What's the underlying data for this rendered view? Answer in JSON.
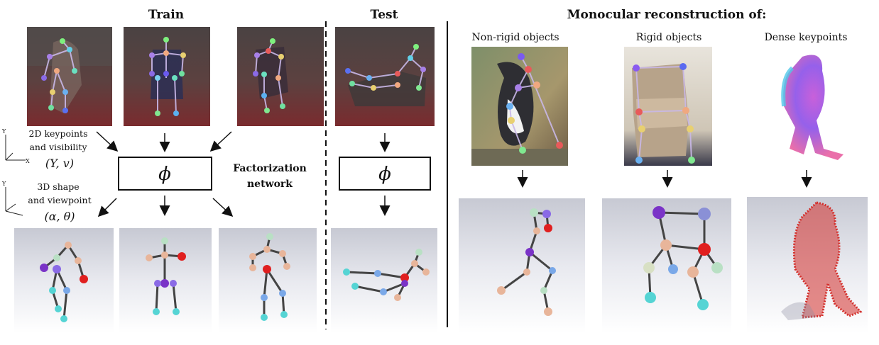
{
  "sections": {
    "train_title": "Train",
    "test_title": "Test",
    "recon_title": "Monocular reconstruction of:"
  },
  "columns": {
    "nonrigid": "Non-rigid objects",
    "rigid": "Rigid objects",
    "dense": "Dense keypoints"
  },
  "labels": {
    "kp_line1": "2D keypoints",
    "kp_line2": "and visibility",
    "kp_math": "(Y, v)",
    "shape_line1": "3D shape",
    "shape_line2": "and viewpoint",
    "shape_math": "(α, θ)",
    "factorization_line1": "Factorization",
    "factorization_line2": "network",
    "phi_symbol": "ϕ",
    "axis_y": "Y",
    "axis_x": "X"
  },
  "colors": {
    "photo_dark_red": "#6e2528",
    "photo_room": "#5d4a45",
    "render_bg_top": "#d7d8df",
    "render_bg_bottom": "#ffffff",
    "dense_red": "#d3302c",
    "joint_cyan": "#55d4d4",
    "joint_purple": "#7a33c7",
    "joint_red": "#e01f1f",
    "joint_peach": "#e8b59a"
  }
}
